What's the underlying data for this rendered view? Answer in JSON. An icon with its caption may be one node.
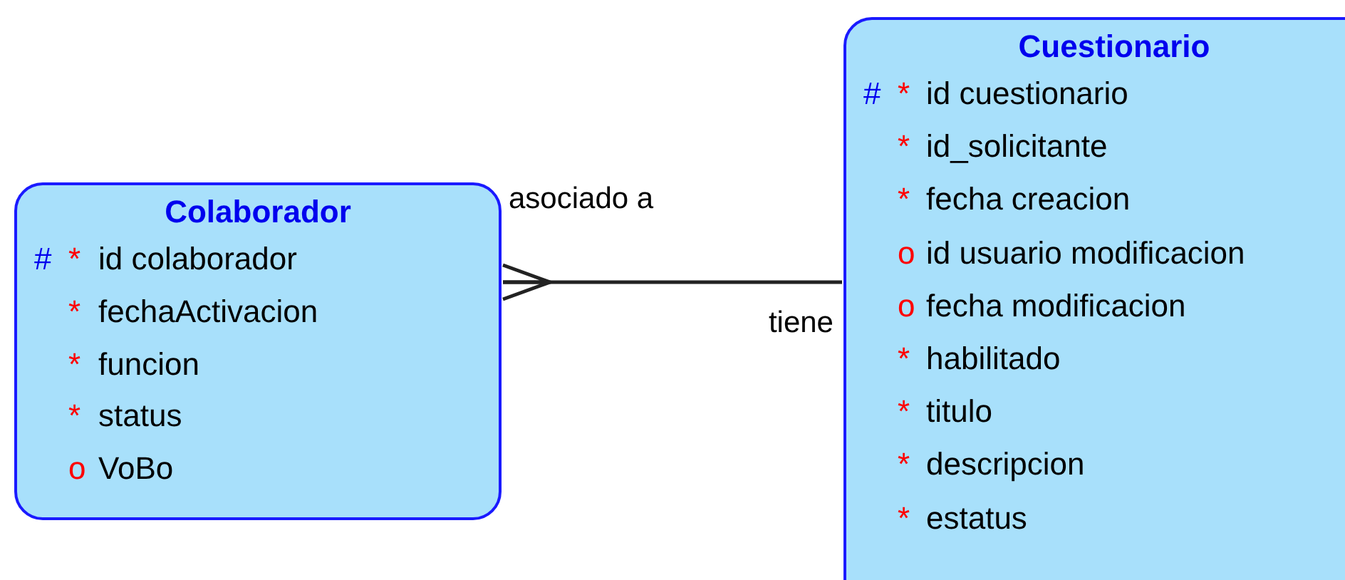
{
  "diagram": {
    "nodes": [
      {
        "text": [
          "Colaborador",
          "# * id colaborador",
          "* fechaActivacion",
          "* funcion",
          "* status",
          "o VoBo"
        ]
      },
      {
        "text": [
          "Cuestionario",
          "# * id cuestionario",
          "* id_solicitante",
          "* fecha creacion",
          "o id usuario modificacion",
          "o fecha modificacion",
          "* habilitado",
          "* titulo",
          "* descripcion",
          "* estatus"
        ]
      }
    ],
    "edges": [
      {
        "from": 1,
        "to": 0,
        "arrow": "other"
      }
    ],
    "labels": [
      "asociado a",
      "tiene"
    ]
  }
}
